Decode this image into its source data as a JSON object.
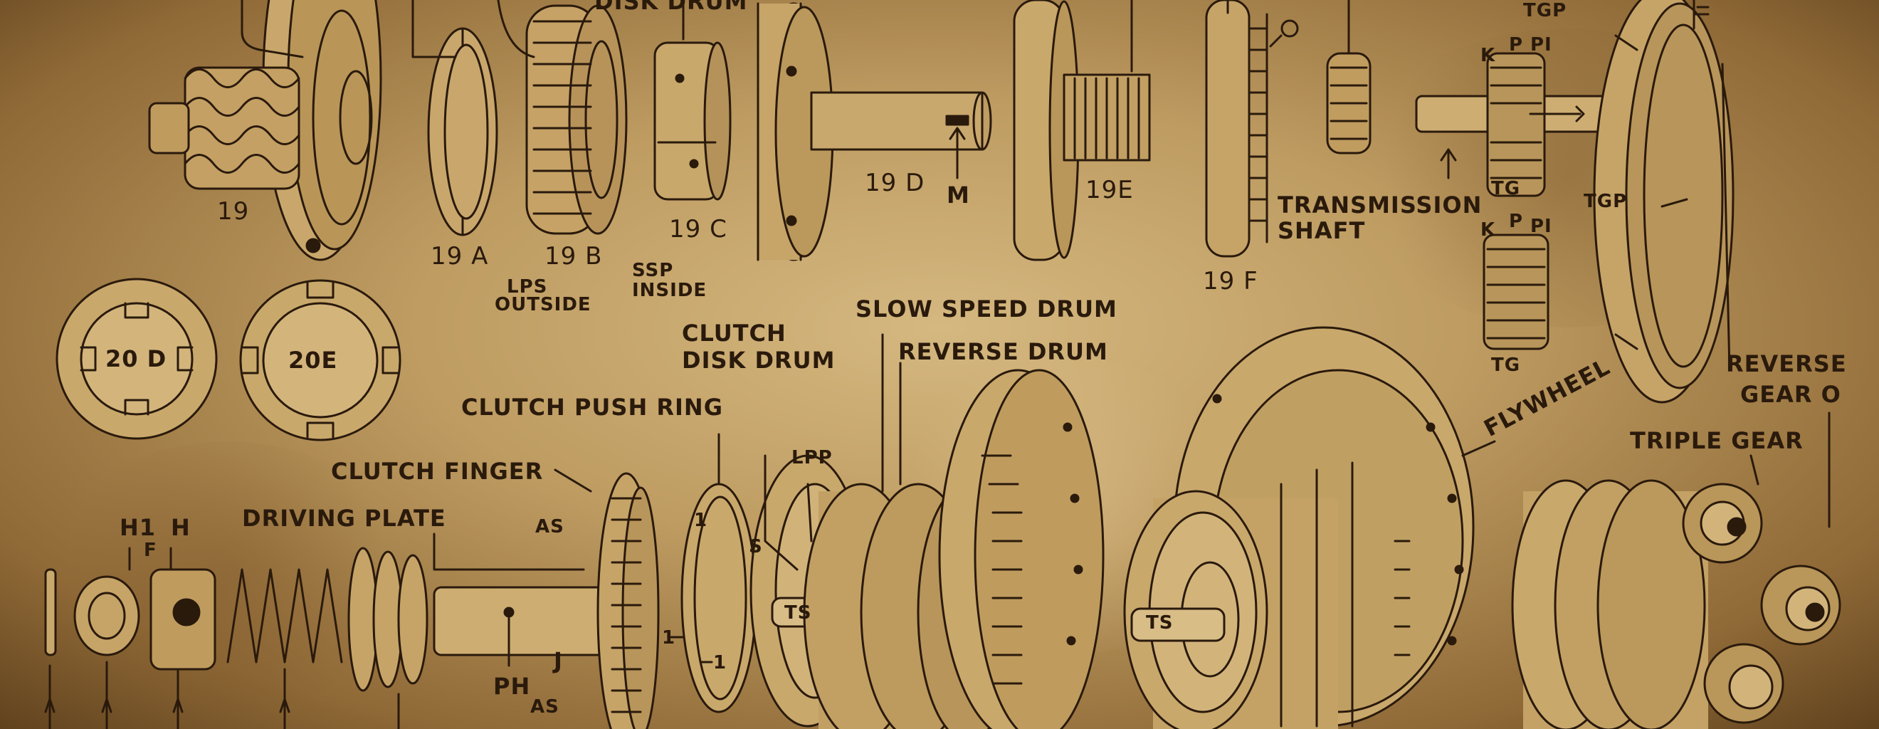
{
  "labels": {
    "disk_drum_top": "DISK DRUM",
    "tgp_top": "TGP",
    "k_top": "K",
    "p_top": "P",
    "pi_top": "PI",
    "n19": "19",
    "n19a": "19 A",
    "n19b": "19 B",
    "lps": "LPS",
    "outside": "OUTSIDE",
    "n19c": "19 C",
    "ssp": "SSP",
    "inside": "INSIDE",
    "n19d": "19 D",
    "m": "M",
    "n19e": "19E",
    "n19f": "19 F",
    "transmission": "TRANSMISSION",
    "shaft": "SHAFT",
    "tg_top": "TG",
    "tgp_mid": "TGP",
    "k_mid": "K",
    "p_mid": "P",
    "pi_mid": "PI",
    "tg_mid": "TG",
    "n20d": "20 D",
    "n20e": "20E",
    "clutch": "CLUTCH",
    "disk_drum": "DISK  DRUM",
    "slow_speed_drum": "SLOW SPEED DRUM",
    "reverse_drum": "REVERSE DRUM",
    "clutch_push_ring": "CLUTCH PUSH RING",
    "flywheel": "FLYWHEEL",
    "reverse_gear_o": "REVERSE",
    "gear_o": "GEAR O",
    "triple_gear": "TRIPLE GEAR",
    "clutch_finger": "CLUTCH FINGER",
    "driving_plate": "DRIVING PLATE",
    "h1": "H1",
    "h": "H",
    "f": "F",
    "as_top": "AS",
    "lpp": "LPP",
    "s": "S",
    "ts_left": "TS",
    "ts_right": "TS",
    "one_a": "1",
    "one_b": "1",
    "one_c": "1",
    "ph": "PH",
    "j": "J",
    "as_bottom": "AS"
  }
}
